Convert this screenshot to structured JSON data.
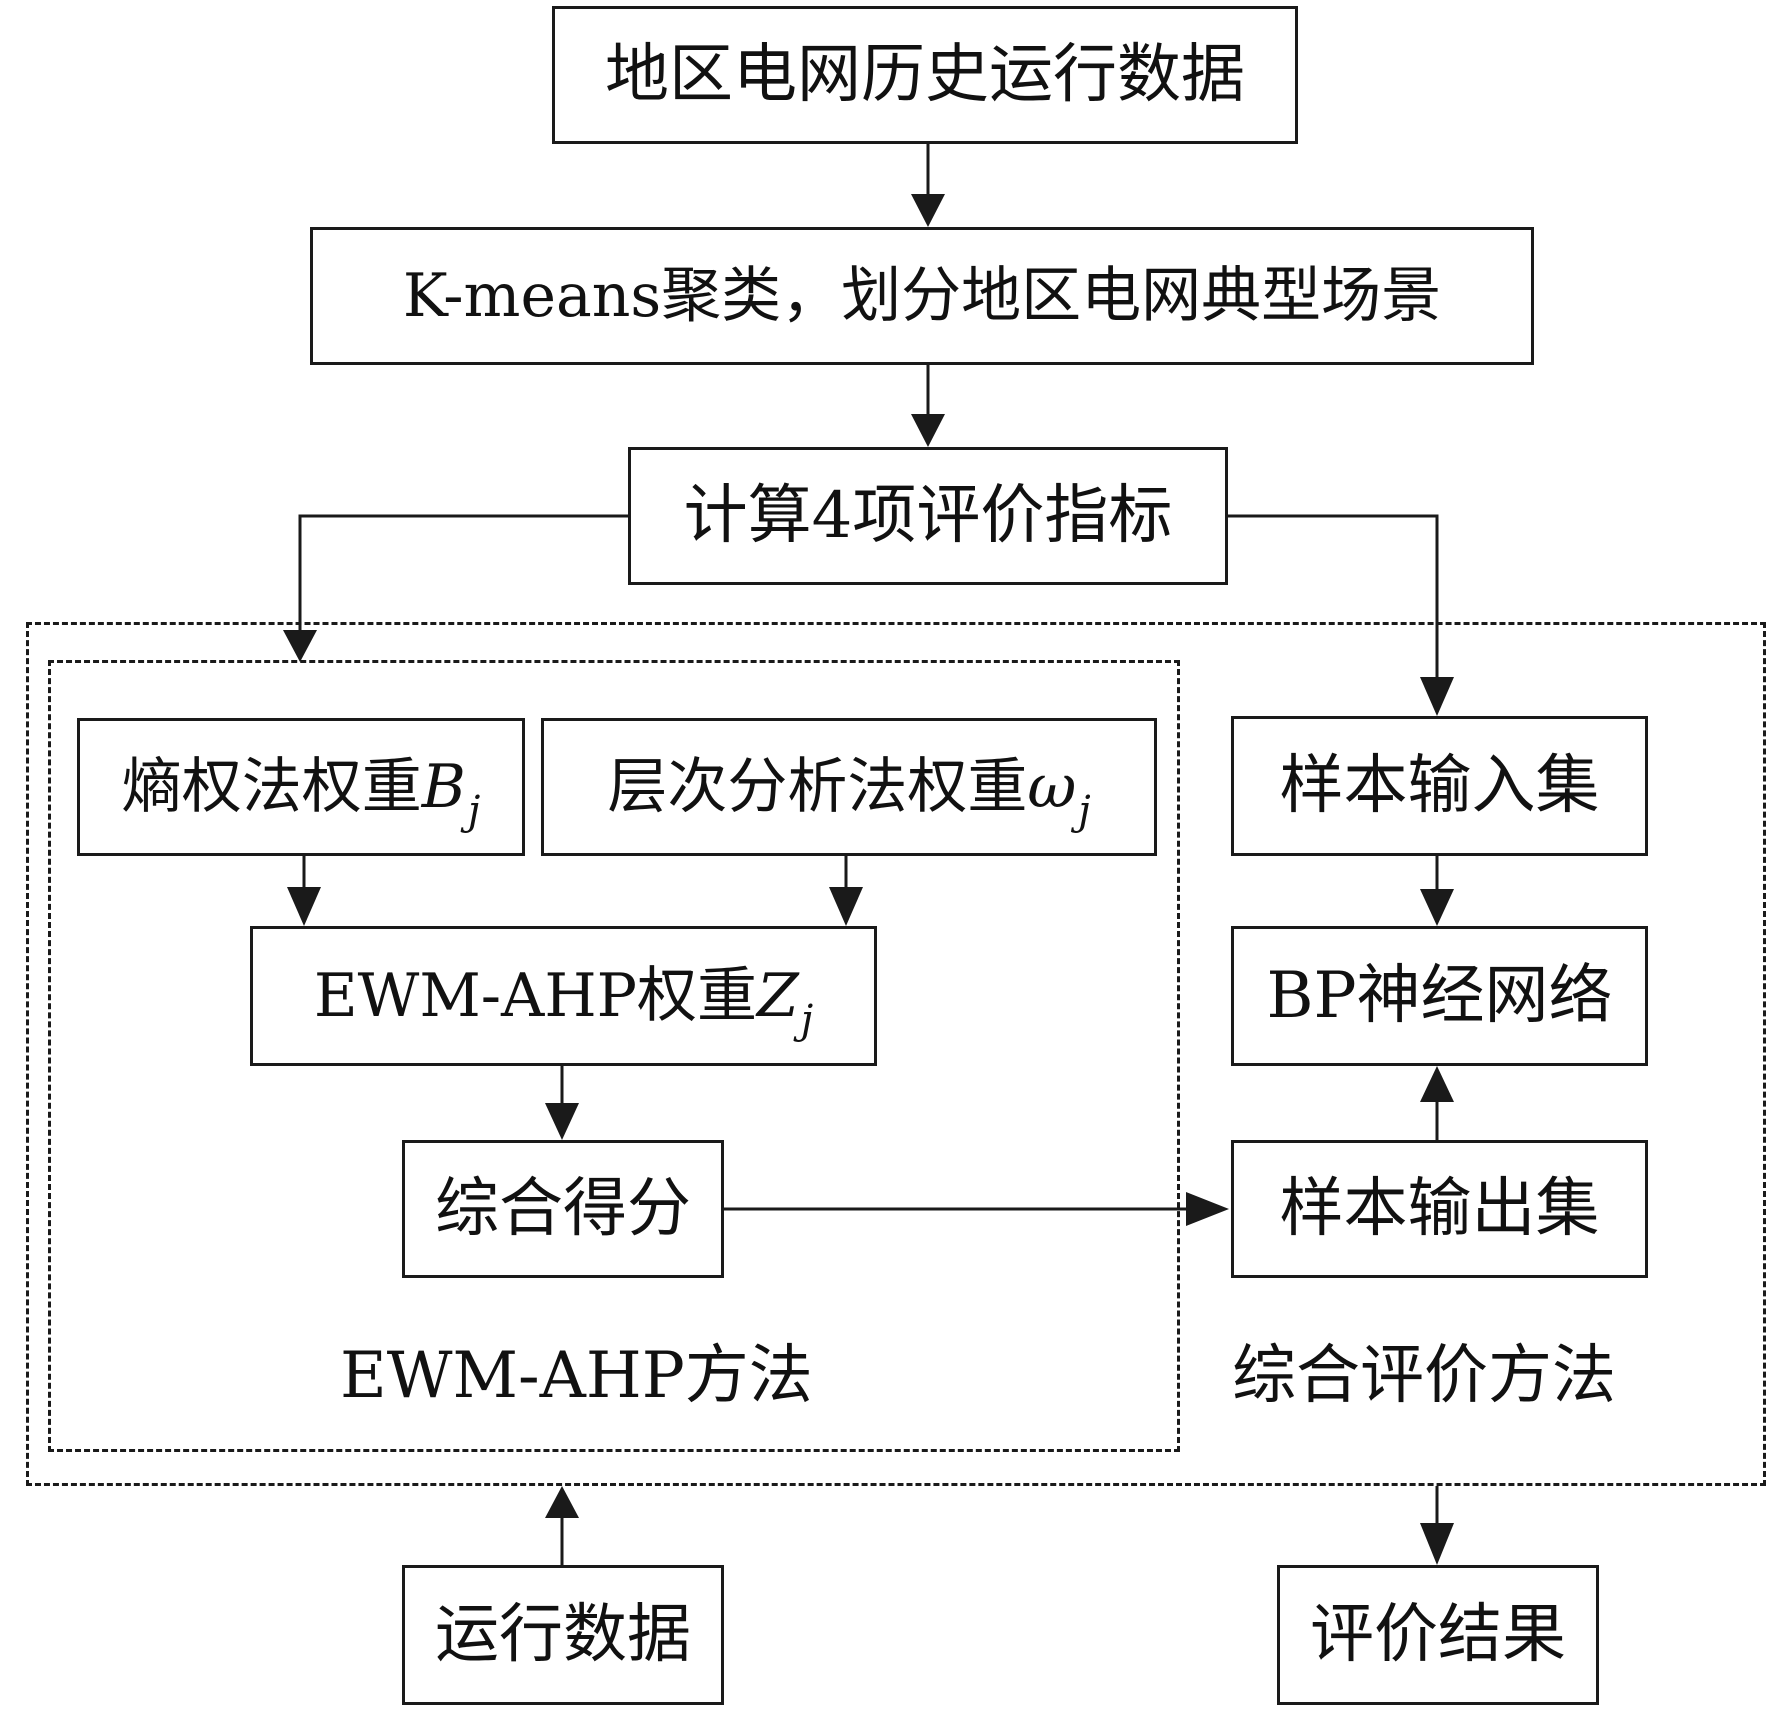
{
  "colors": {
    "line": "#1a1a1a",
    "background": "#ffffff",
    "text": "#111111"
  },
  "nodes": {
    "history_data": "地区电网历史运行数据",
    "kmeans": "K-means聚类，划分地区电网典型场景",
    "indicators": "计算4项评价指标",
    "entropy": {
      "label": "熵权法权重",
      "var": "B",
      "sub": "j"
    },
    "ahp": {
      "label": "层次分析法权重",
      "var": "ω",
      "sub": "j"
    },
    "ewm_ahp": {
      "label": "EWM-AHP权重",
      "var": "Z",
      "sub": "j"
    },
    "score": "综合得分",
    "sample_in": "样本输入集",
    "bp": "BP神经网络",
    "sample_out": "样本输出集",
    "run_data": "运行数据",
    "result": "评价结果"
  },
  "groups": {
    "ewm_ahp_method": "EWM-AHP方法",
    "comprehensive_method": "综合评价方法"
  }
}
